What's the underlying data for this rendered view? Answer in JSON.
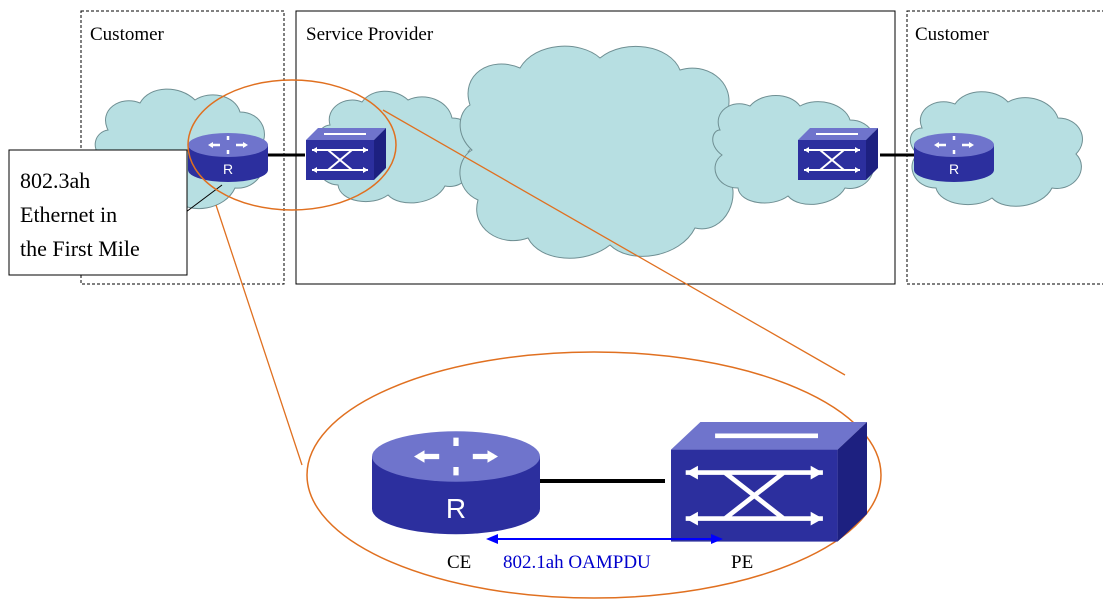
{
  "regions": {
    "customer_left": {
      "title": "Customer"
    },
    "service_provider": {
      "title": "Service Provider"
    },
    "customer_right": {
      "title": "Customer"
    }
  },
  "callout": {
    "lines": [
      "802.3ah",
      "Ethernet in",
      "the First Mile"
    ]
  },
  "nodes": {
    "router_letter": "R",
    "ce_label": "CE",
    "pe_label": "PE"
  },
  "link": {
    "label": "802.1ah OAMPDU"
  },
  "colors": {
    "cloud_fill": "#b7dfe2",
    "cloud_stroke": "#6f8f93",
    "device_blue": "#2c2f9e",
    "device_top": "#6f74cc",
    "zoom_ellipse": "#e07020",
    "link_arrow": "#0000ff"
  }
}
